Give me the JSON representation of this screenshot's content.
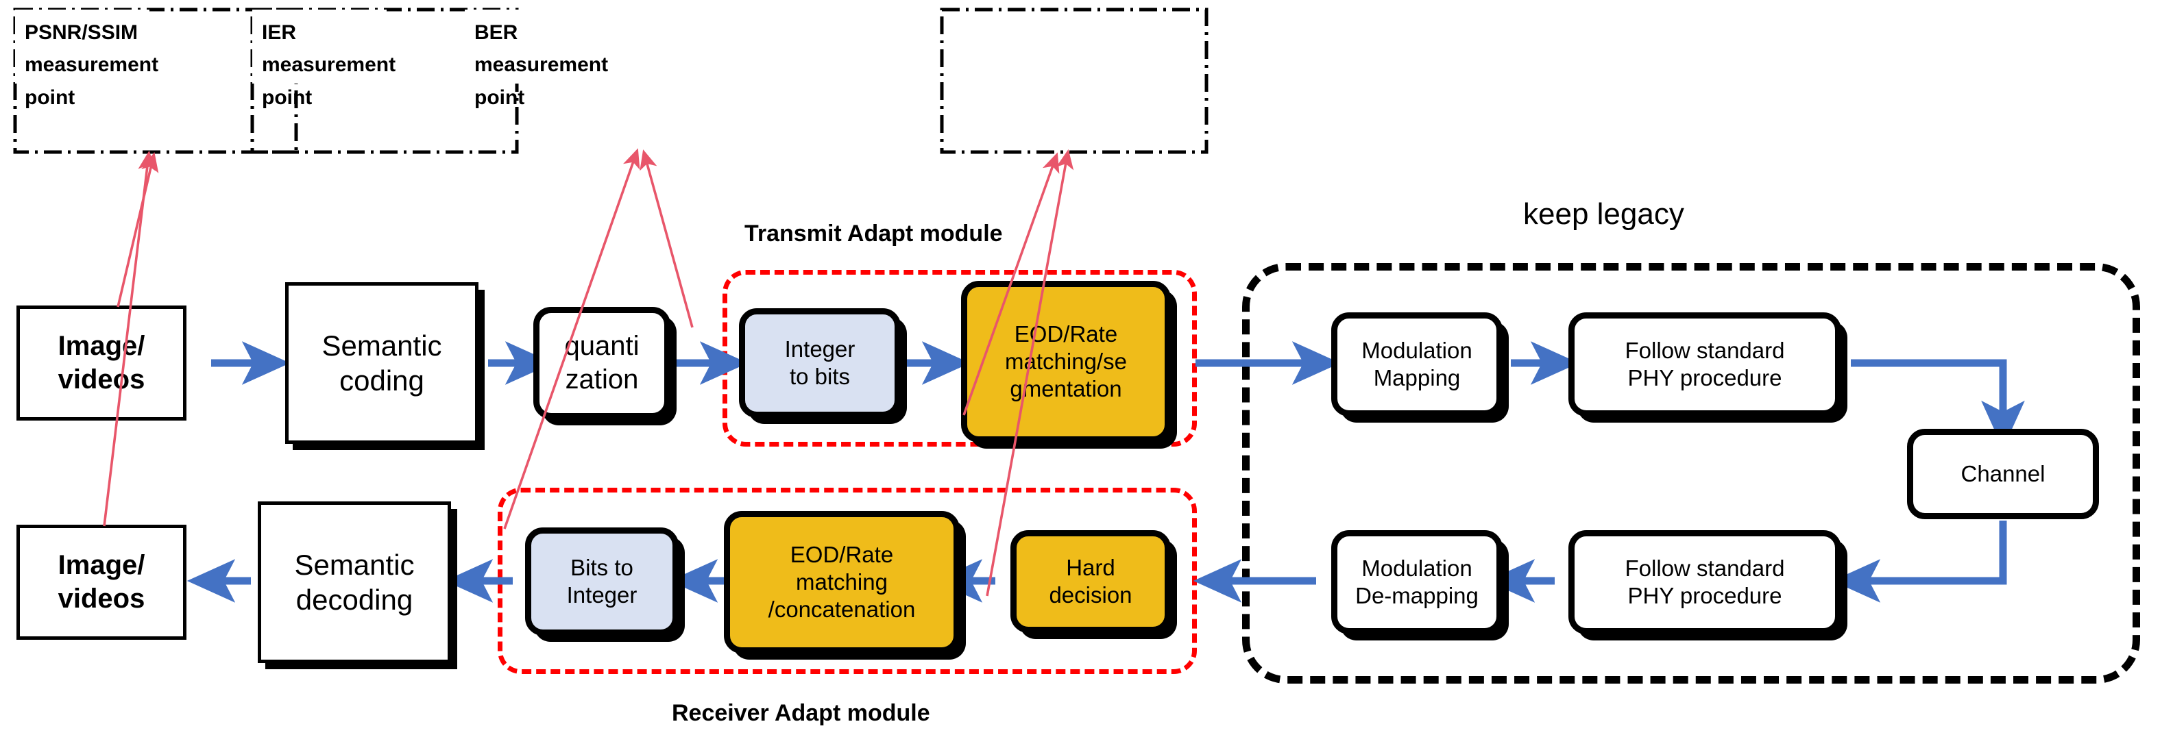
{
  "diagram": {
    "title": "Semantic communication transmit/receive chain with adapt modules",
    "colors": {
      "arrow_blue": "#4472C4",
      "measure_arrow_red": "#E8566A",
      "group_red": "#FF0000",
      "box_orange": "#EFBC1A",
      "box_light_blue": "#D9E1F2",
      "outline_black": "#000000"
    }
  },
  "measurement_points": [
    {
      "id": "psnr",
      "metric": "PSNR/SSIM",
      "line2": "measurement",
      "line3": "point"
    },
    {
      "id": "ier",
      "metric": "IER",
      "line2": "measurement",
      "line3": "point"
    },
    {
      "id": "ber",
      "metric": "BER",
      "line2": "measurement",
      "line3": "point"
    }
  ],
  "group_labels": {
    "transmit_adapt": "Transmit Adapt module",
    "receiver_adapt": "Receiver Adapt module",
    "keep_legacy": "keep legacy"
  },
  "transmit_chain": [
    {
      "id": "tx-source",
      "label": "Image/\nvideos",
      "style": "square-bold"
    },
    {
      "id": "semantic-coding",
      "label": "Semantic\ncoding",
      "style": "square"
    },
    {
      "id": "quantization",
      "label": "quanti\nzation",
      "style": "rounded-white"
    },
    {
      "id": "integer-to-bits",
      "label": "Integer\nto bits",
      "style": "rounded-blue"
    },
    {
      "id": "eod-rate-match-seg",
      "label": "EOD/Rate\nmatching/se\ngmentation",
      "style": "rounded-orange"
    },
    {
      "id": "modulation-mapping",
      "label": "Modulation\nMapping",
      "style": "rounded-white"
    },
    {
      "id": "follow-std-phy-tx",
      "label": "Follow standard\nPHY procedure",
      "style": "rounded-white"
    }
  ],
  "channel": {
    "id": "channel",
    "label": "Channel",
    "style": "rounded-white"
  },
  "receive_chain": [
    {
      "id": "follow-std-phy-rx",
      "label": "Follow standard\nPHY procedure",
      "style": "rounded-white"
    },
    {
      "id": "modulation-demapping",
      "label": "Modulation\nDe-mapping",
      "style": "rounded-white"
    },
    {
      "id": "hard-decision",
      "label": "Hard\ndecision",
      "style": "rounded-orange"
    },
    {
      "id": "eod-rate-match-concat",
      "label": "EOD/Rate\nmatching\n/concatenation",
      "style": "rounded-orange"
    },
    {
      "id": "bits-to-integer",
      "label": "Bits to\nInteger",
      "style": "rounded-blue"
    },
    {
      "id": "semantic-decoding",
      "label": "Semantic\ndecoding",
      "style": "square"
    },
    {
      "id": "rx-sink",
      "label": "Image/\nvideos",
      "style": "square-bold"
    }
  ]
}
